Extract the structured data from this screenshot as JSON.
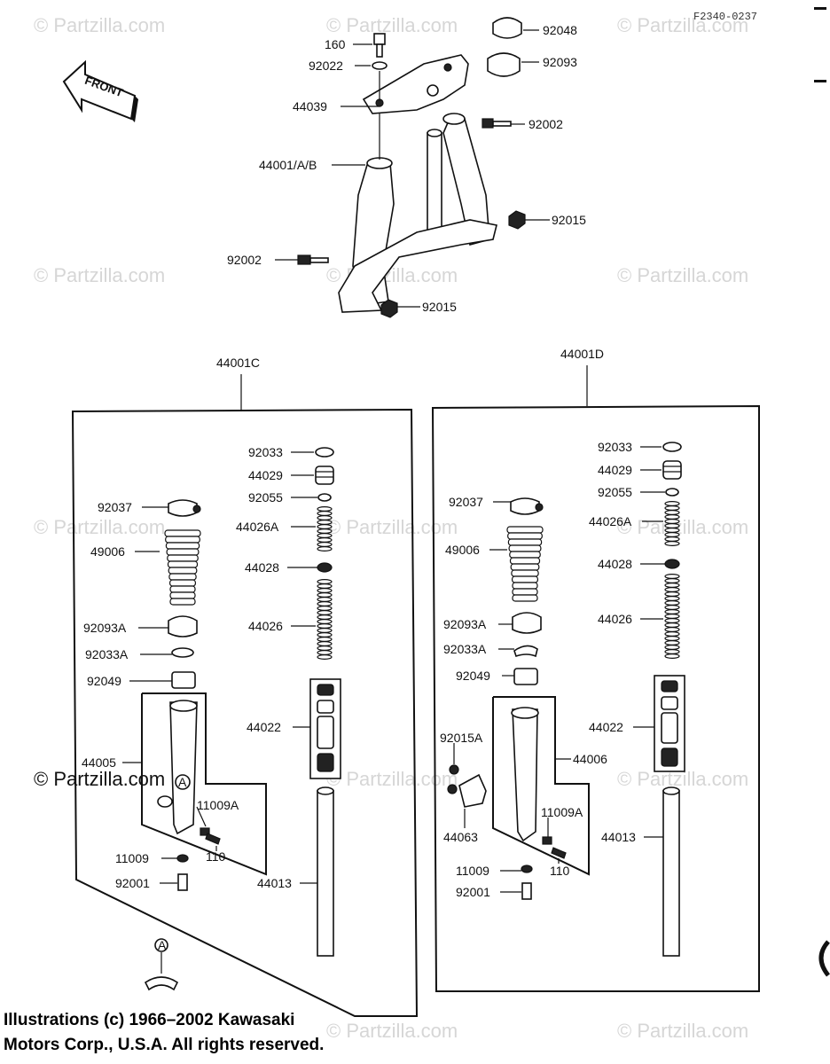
{
  "diagram_code": "F2340-0237",
  "front_arrow_text": "FRONT",
  "watermark": "© Partzilla.com",
  "copyright": {
    "line1": "Illustrations (c) 1966–2002 Kawasaki",
    "line2": "Motors Corp., U.S.A.  All rights reserved."
  },
  "assemblies": {
    "left": "44001C",
    "right": "44001D"
  },
  "labels": {
    "top": {
      "p160": "160",
      "p92022": "92022",
      "p44039": "44039",
      "p44001": "44001/A/B",
      "p92048": "92048",
      "p92093": "92093",
      "p92002r": "92002",
      "p92015r": "92015",
      "p92002l": "92002",
      "p92015l": "92015"
    },
    "left": {
      "p92033": "92033",
      "p44029": "44029",
      "p92055": "92055",
      "p92037": "92037",
      "p44026A": "44026A",
      "p49006": "49006",
      "p44028": "44028",
      "p44026": "44026",
      "p92093A": "92093A",
      "p92033A": "92033A",
      "p92049": "92049",
      "p44022": "44022",
      "p44005": "44005",
      "p11009A": "11009A",
      "p110": "110",
      "p11009": "11009",
      "p92001": "92001",
      "p44013": "44013",
      "markA": "A",
      "markA2": "A"
    },
    "right": {
      "p92033": "92033",
      "p44029": "44029",
      "p92055": "92055",
      "p92037": "92037",
      "p44026A": "44026A",
      "p49006": "49006",
      "p44028": "44028",
      "p44026": "44026",
      "p92093A": "92093A",
      "p92033A": "92033A",
      "p92049": "92049",
      "p44022": "44022",
      "p92015A": "92015A",
      "p44006": "44006",
      "p44063": "44063",
      "p11009A": "11009A",
      "p110": "110",
      "p11009": "11009",
      "p92001": "92001",
      "p44013": "44013"
    }
  },
  "colors": {
    "ink": "#111111",
    "watermark": "#d6d6d6"
  }
}
